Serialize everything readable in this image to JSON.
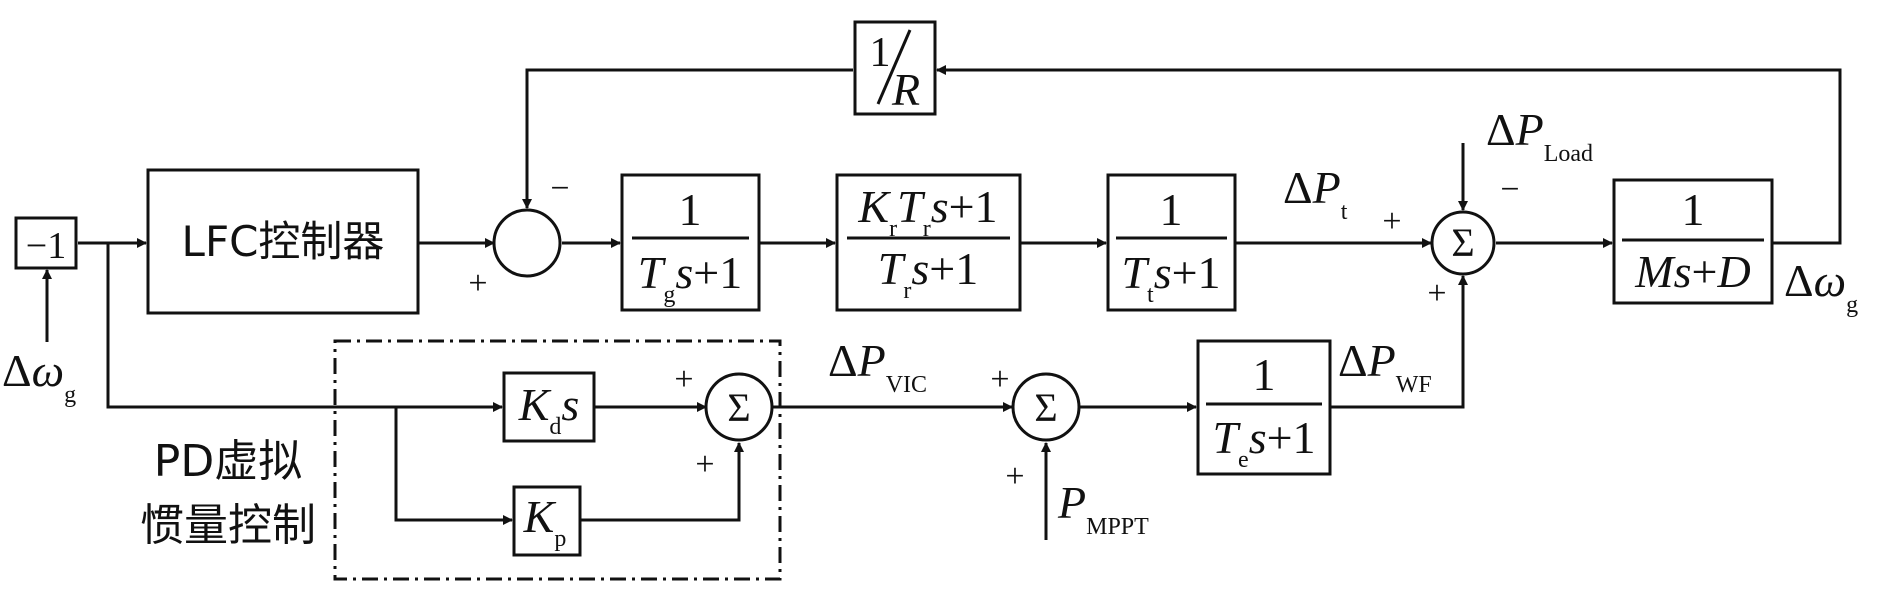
{
  "blocks": {
    "neg_one": "−1",
    "lfc": "LFC控制器",
    "inv_r_num": "1",
    "inv_r_den": "R",
    "gov_num": "1",
    "gov_den": "Tgs+1",
    "reheat_num": "KrTrs+1",
    "reheat_den": "Trs+1",
    "turbine_num": "1",
    "turbine_den": "Tts+1",
    "power_num": "1",
    "power_den": "Ms+D",
    "kds": "Kds",
    "kp": "Kp",
    "wind_num": "1",
    "wind_den": "Tes+1",
    "sigma": "Σ"
  },
  "signals": {
    "delta": "Δ",
    "omega": "ω",
    "g": "g",
    "P": "P",
    "t": "t",
    "load": "Load",
    "vic": "VIC",
    "wf": "WF",
    "mppt": "MPPT"
  },
  "signs": {
    "plus": "+",
    "minus": "−"
  },
  "pd_label": {
    "line1": "PD虚拟",
    "line2": "惯量控制"
  }
}
